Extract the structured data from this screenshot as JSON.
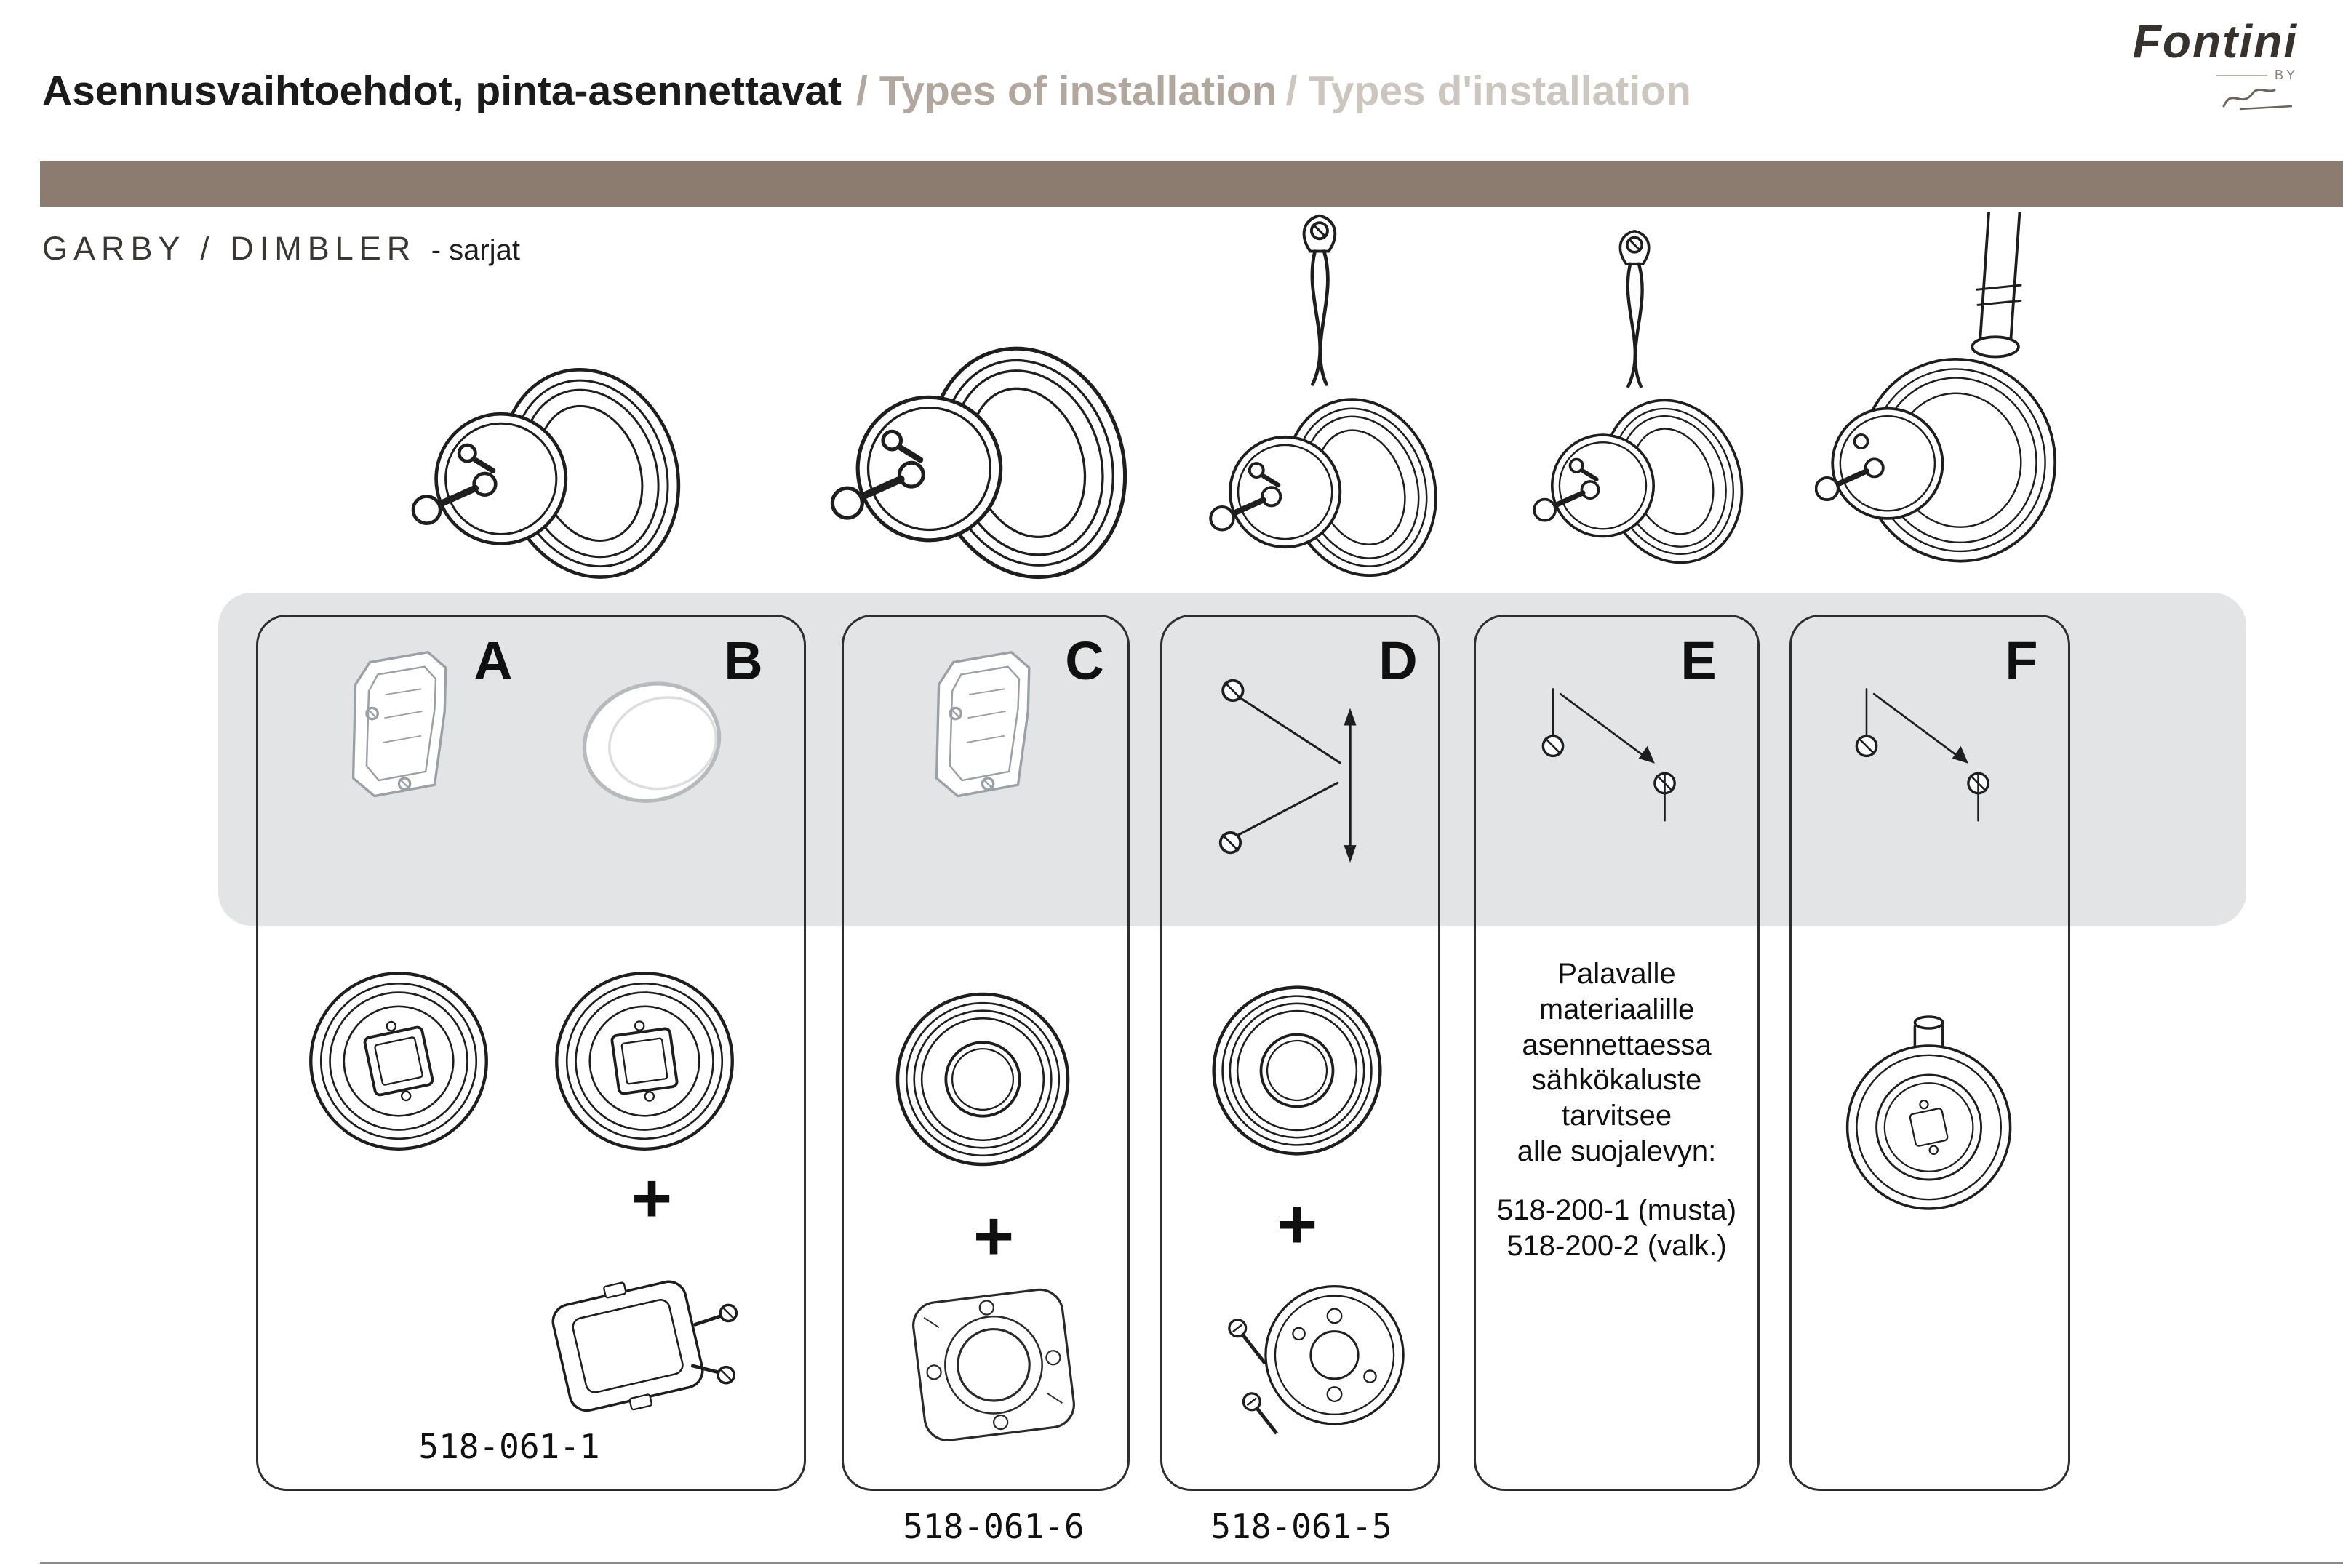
{
  "header": {
    "title_fi": "Asennusvaihtoehdot, pinta-asennettavat",
    "title_en": "/ Types of installation",
    "title_fr": "/ Types d'installation"
  },
  "logo": {
    "brand": "Fontini",
    "by": "BY"
  },
  "series": {
    "name": "GARBY / DIMBLER",
    "suffix": "- sarjat"
  },
  "panels": {
    "a": "A",
    "b": "B",
    "c": "C",
    "d": "D",
    "e": "E",
    "f": "F"
  },
  "plus": "+",
  "parts": {
    "ab": "518-061-1",
    "c": "518-061-6",
    "d": "518-061-5"
  },
  "note_e": {
    "body": "Palavalle\nmateriaalille\nasennettaessa\nsähkökaluste\ntarvitsee\nalle suojalevyn:",
    "codes": "518-200-1 (musta)\n518-200-2 (valk.)"
  },
  "colors": {
    "bar": "#8b7c6f",
    "band": "#e3e4e6",
    "ink": "#1e1e1e",
    "gray_drawing": "#9aa0a6"
  }
}
